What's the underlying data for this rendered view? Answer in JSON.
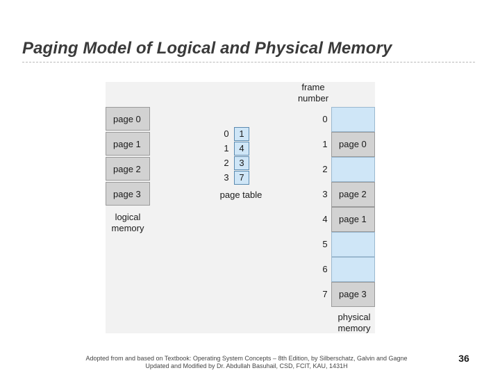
{
  "slide": {
    "title": "Paging Model of Logical and Physical Memory",
    "page_number": "36",
    "footer_line1": "Adopted from and based on Textbook: Operating System Concepts – 8th Edition, by Silberschatz, Galvin and Gagne",
    "footer_line2": "Updated and Modified by Dr. Abdullah Basuhail, CSD, FCIT, KAU, 1431H"
  },
  "logical_memory": {
    "pages": [
      "page 0",
      "page 1",
      "page 2",
      "page 3"
    ],
    "caption": "logical\nmemory"
  },
  "page_table": {
    "indices": [
      "0",
      "1",
      "2",
      "3"
    ],
    "frames": [
      "1",
      "4",
      "3",
      "7"
    ],
    "caption": "page table"
  },
  "physical_memory": {
    "header": "frame\nnumber",
    "frame_numbers": [
      "0",
      "1",
      "2",
      "3",
      "4",
      "5",
      "6",
      "7"
    ],
    "contents": [
      "",
      "page 0",
      "",
      "page 2",
      "page 1",
      "",
      "",
      "page 3"
    ],
    "caption": "physical\nmemory"
  },
  "colors": {
    "empty_frame": "#cfe6f7",
    "occupied_frame": "#d2d2d2"
  }
}
